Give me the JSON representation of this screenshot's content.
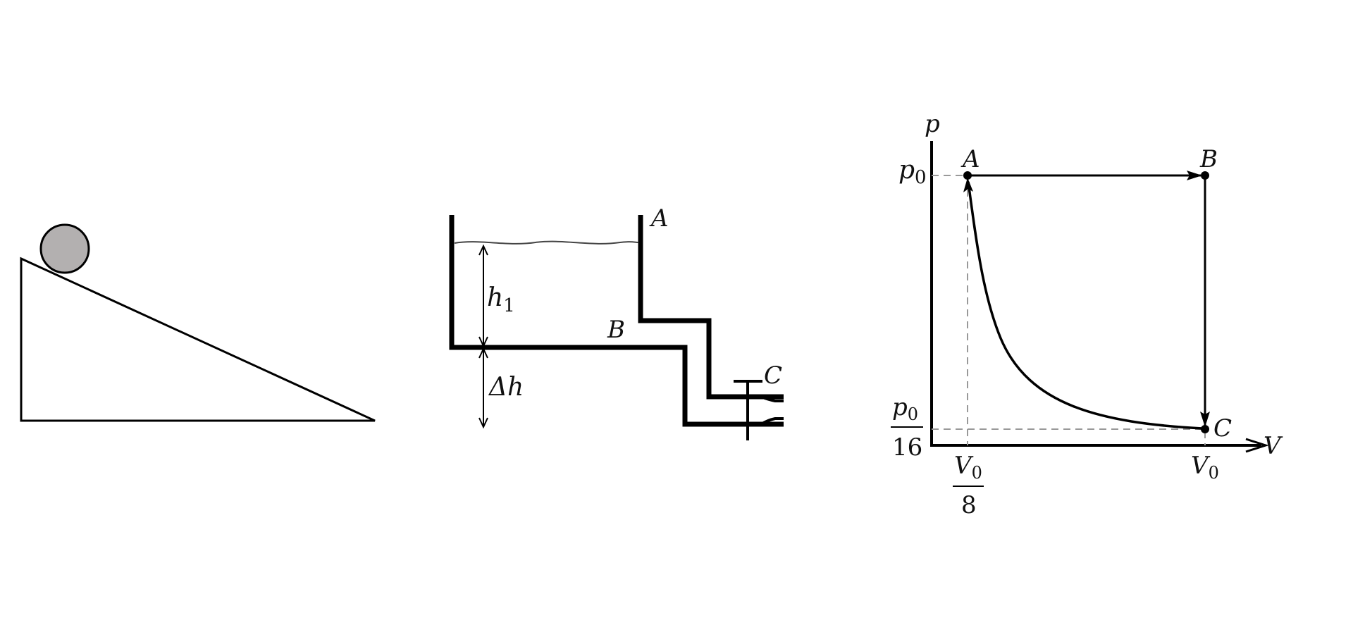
{
  "figures": {
    "incline": {
      "ball_color": "#b3b0b0"
    },
    "tank": {
      "label_A": "A",
      "label_B": "B",
      "label_C": "C",
      "label_h_base": "h",
      "label_h_sub": "1",
      "label_dh": "Δh"
    },
    "pv_diagram": {
      "axis_p": "p",
      "axis_V": "V",
      "point_A": "A",
      "point_B": "B",
      "point_C": "C",
      "p0_base": "p",
      "p0_sub": "0",
      "p_low_num_base": "p",
      "p_low_num_sub": "0",
      "p_low_den": "16",
      "v_left_num_base": "V",
      "v_left_num_sub": "0",
      "v_left_den": "8",
      "v_right_base": "V",
      "v_right_sub": "0"
    }
  }
}
